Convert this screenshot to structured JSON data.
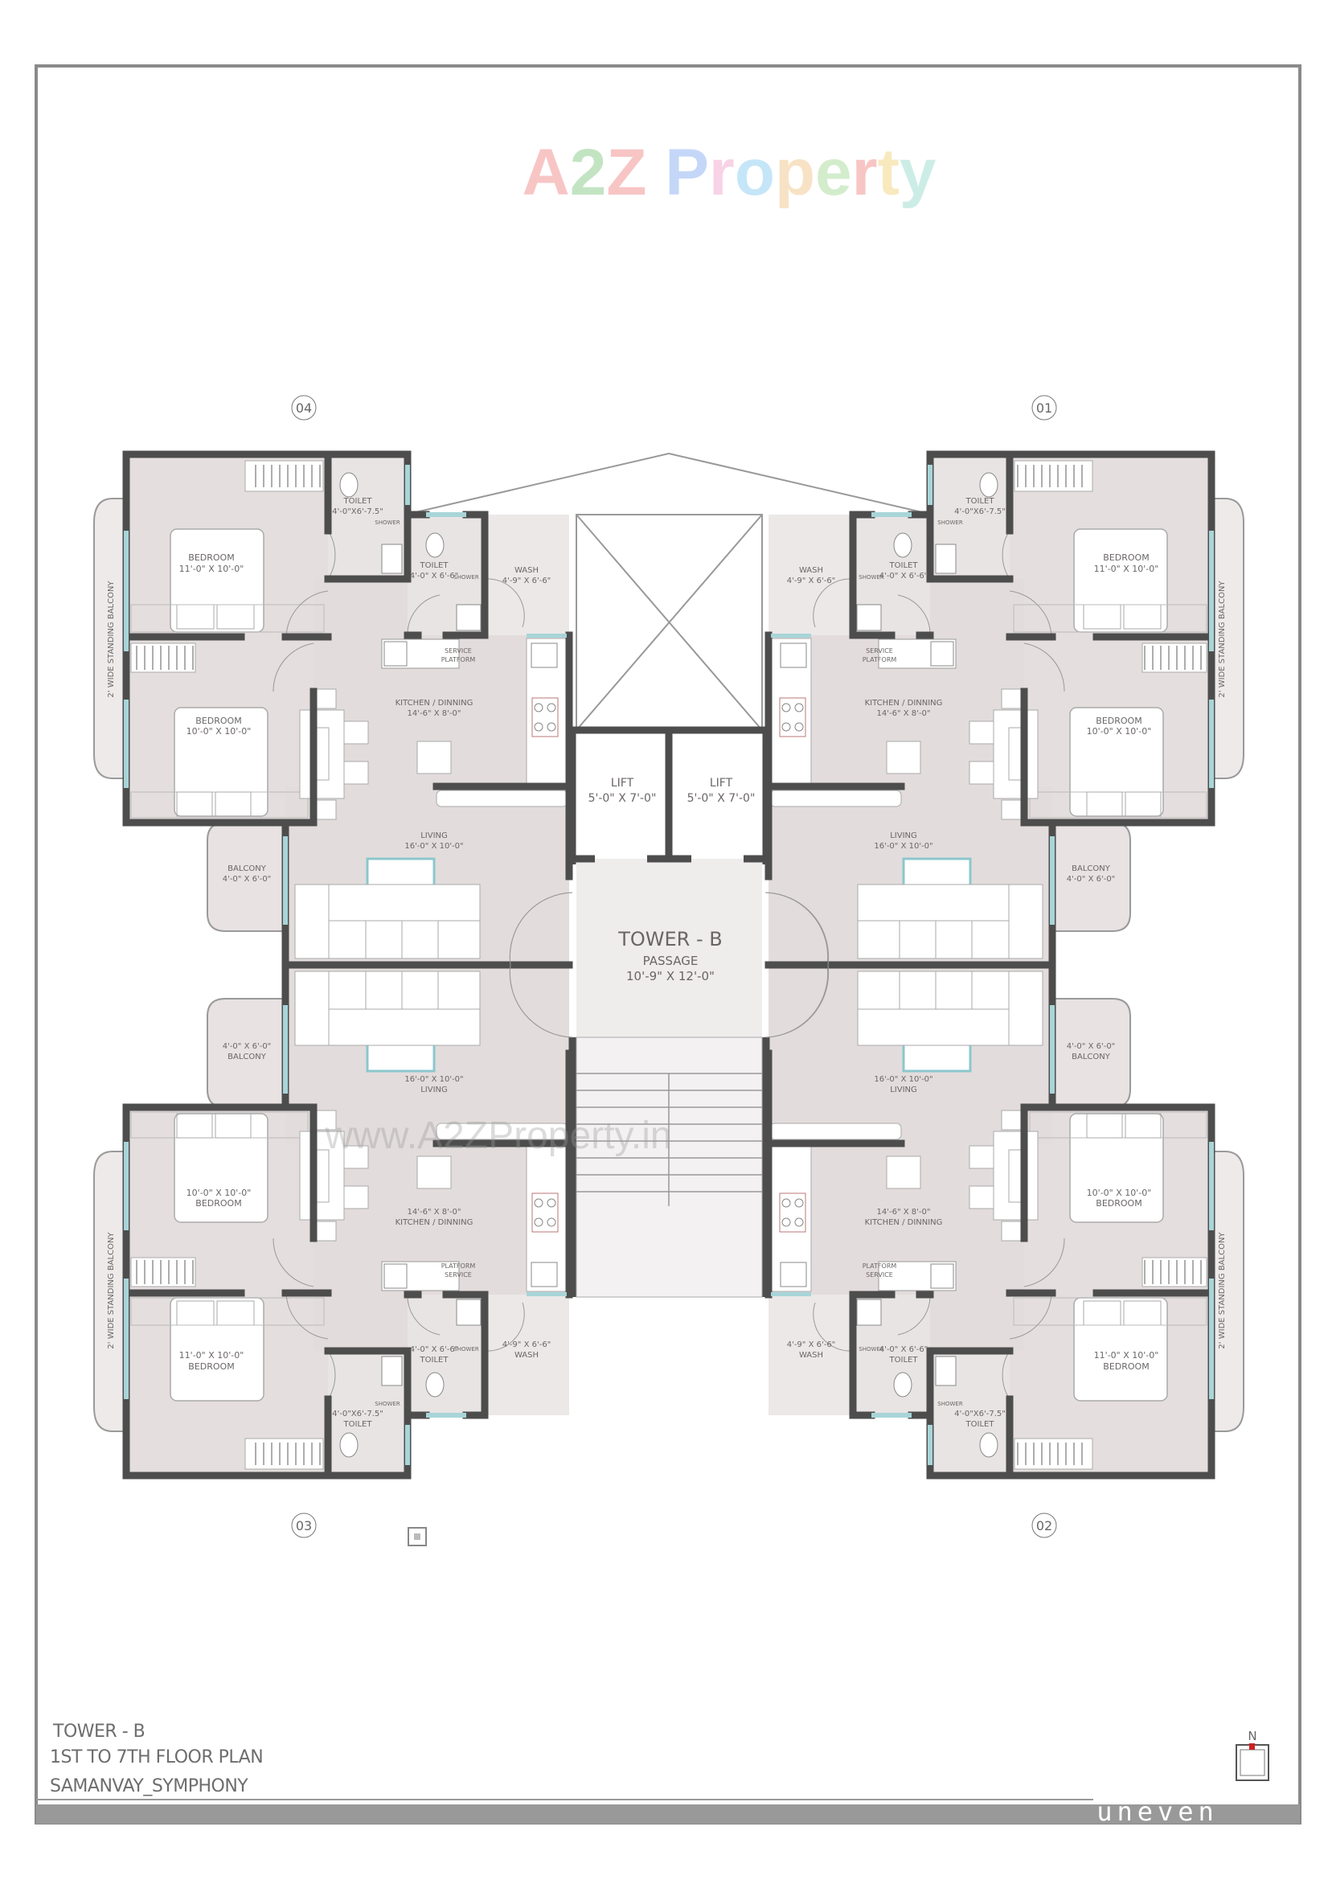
{
  "branding": {
    "watermark_logo": "A2Z Property",
    "watermark_url": "www.A2ZProperty.in",
    "architect_logo": "uneven"
  },
  "core": {
    "tower_label": "TOWER - B",
    "passage_label": "PASSAGE",
    "passage_dim": "10'-9\" X 12'-0\"",
    "lifts": [
      {
        "label": "LIFT",
        "dim": "5'-0\" X 7'-0\""
      },
      {
        "label": "LIFT",
        "dim": "5'-0\" X 7'-0\""
      }
    ]
  },
  "units": [
    {
      "number": "04",
      "bedroom_a": {
        "name": "BEDROOM",
        "dim": "11'-0\" X 10'-0\""
      },
      "bedroom_b": {
        "name": "BEDROOM",
        "dim": "10'-0\" X 10'-0\""
      },
      "toilet_a": {
        "name": "TOILET",
        "dim": "4'-0\"X6'-7.5\"",
        "shower": "SHOWER"
      },
      "toilet_b": {
        "name": "TOILET",
        "dim": "4'-0\" X 6'-6\"",
        "shower": "SHOWER"
      },
      "wash": {
        "name": "WASH",
        "dim": "4'-9\" X 6'-6\""
      },
      "service": {
        "name": "SERVICE",
        "name2": "PLATFORM"
      },
      "kitchen": {
        "name": "KITCHEN / DINNING",
        "dim": "14'-6\" X 8'-0\""
      },
      "living": {
        "name": "LIVING",
        "dim": "16'-0\" X 10'-0\""
      },
      "balcony": {
        "name": "BALCONY",
        "dim": "4'-0\" X 6'-0\""
      },
      "standing_balcony": "2' WIDE STANDING BALCONY"
    },
    {
      "number": "01",
      "bedroom_a": {
        "name": "BEDROOM",
        "dim": "11'-0\" X 10'-0\""
      },
      "bedroom_b": {
        "name": "BEDROOM",
        "dim": "10'-0\" X 10'-0\""
      },
      "toilet_a": {
        "name": "TOILET",
        "dim": "4'-0\"X6'-7.5\"",
        "shower": "SHOWER"
      },
      "toilet_b": {
        "name": "TOILET",
        "dim": "4'-0\" X 6'-6\"",
        "shower": "SHOWER"
      },
      "wash": {
        "name": "WASH",
        "dim": "4'-9\" X 6'-6\""
      },
      "service": {
        "name": "SERVICE",
        "name2": "PLATFORM"
      },
      "kitchen": {
        "name": "KITCHEN / DINNING",
        "dim": "14'-6\" X 8'-0\""
      },
      "living": {
        "name": "LIVING",
        "dim": "16'-0\" X 10'-0\""
      },
      "balcony": {
        "name": "BALCONY",
        "dim": "4'-0\" X 6'-0\""
      },
      "standing_balcony": "2' WIDE STANDING BALCONY"
    },
    {
      "number": "03",
      "bedroom_a": {
        "name": "BEDROOM",
        "dim": "11'-0\" X 10'-0\""
      },
      "bedroom_b": {
        "name": "BEDROOM",
        "dim": "10'-0\" X 10'-0\""
      },
      "toilet_a": {
        "name": "TOILET",
        "dim": "4'-0\"X6'-7.5\"",
        "shower": "SHOWER"
      },
      "toilet_b": {
        "name": "TOILET",
        "dim": "4'-0\" X 6'-6\"",
        "shower": "SHOWER"
      },
      "wash": {
        "name": "WASH",
        "dim": "4'-9\" X 6'-6\""
      },
      "service": {
        "name": "SERVICE",
        "name2": "PLATFORM"
      },
      "kitchen": {
        "name": "KITCHEN / DINNING",
        "dim": "14'-6\" X 8'-0\""
      },
      "living": {
        "name": "LIVING",
        "dim": "16'-0\" X 10'-0\""
      },
      "balcony": {
        "name": "BALCONY",
        "dim": "4'-0\" X 6'-0\""
      },
      "standing_balcony": "2' WIDE STANDING BALCONY"
    },
    {
      "number": "02",
      "bedroom_a": {
        "name": "BEDROOM",
        "dim": "11'-0\" X 10'-0\""
      },
      "bedroom_b": {
        "name": "BEDROOM",
        "dim": "10'-0\" X 10'-0\""
      },
      "toilet_a": {
        "name": "TOILET",
        "dim": "4'-0\"X6'-7.5\"",
        "shower": "SHOWER"
      },
      "toilet_b": {
        "name": "TOILET",
        "dim": "4'-0\" X 6'-6\"",
        "shower": "SHOWER"
      },
      "wash": {
        "name": "WASH",
        "dim": "4'-9\" X 6'-6\""
      },
      "service": {
        "name": "SERVICE",
        "name2": "PLATFORM"
      },
      "kitchen": {
        "name": "KITCHEN / DINNING",
        "dim": "14'-6\" X 8'-0\""
      },
      "living": {
        "name": "LIVING",
        "dim": "16'-0\" X 10'-0\""
      },
      "balcony": {
        "name": "BALCONY",
        "dim": "4'-0\" X 6'-0\""
      },
      "standing_balcony": "2' WIDE STANDING BALCONY"
    }
  ],
  "footer": {
    "tower": "TOWER - B",
    "floor": "1ST TO 7TH FLOOR PLAN",
    "project": "SAMANVAY_SYMPHONY",
    "north_label": "N"
  },
  "colors": {
    "room_fill": "#e5dede",
    "wall": "#4d4d4d",
    "window": "#a8d5d8",
    "north_marker": "#cc2222",
    "footer_bar": "#999999"
  }
}
